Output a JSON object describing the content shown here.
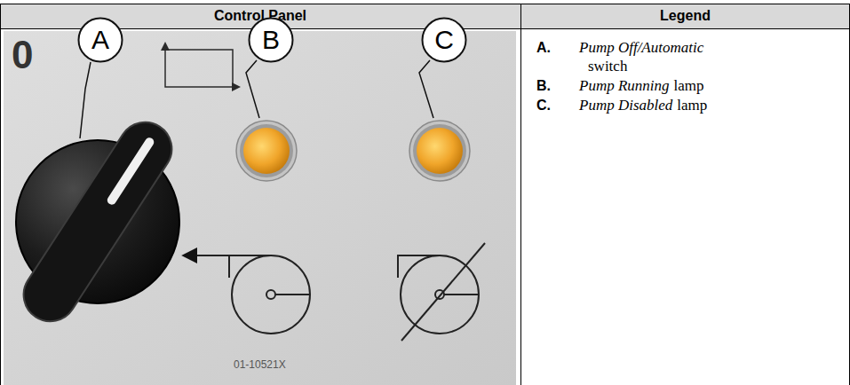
{
  "diagram": {
    "nodes": [
      {
        "text": [
          "A"
        ]
      },
      {
        "text": [
          "B"
        ]
      },
      {
        "text": [
          "C"
        ]
      }
    ],
    "labels": [
      "Control Panel",
      "Legend",
      "0",
      "01-10521X",
      "A.",
      "Pump Off/Automatic",
      "switch",
      "B.",
      "Pump Running",
      "lamp",
      "C.",
      "Pump Disabled",
      "lamp"
    ]
  }
}
